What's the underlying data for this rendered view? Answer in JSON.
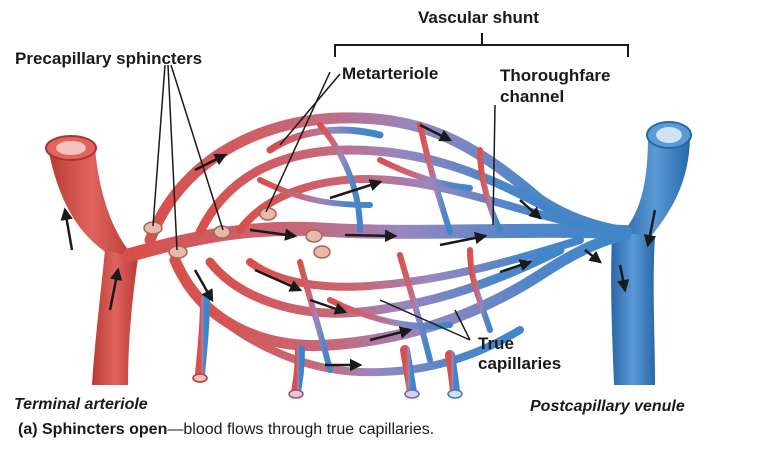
{
  "labels": {
    "vascular_shunt": "Vascular shunt",
    "precapillary_sphincters": "Precapillary sphincters",
    "metarteriole": "Metarteriole",
    "thoroughfare_line1": "Thoroughfare",
    "thoroughfare_line2": "channel",
    "true_cap_line1": "True",
    "true_cap_line2": "capillaries",
    "terminal_arteriole": "Terminal arteriole",
    "postcapillary_venule": "Postcapillary venule"
  },
  "caption": {
    "prefix": "(a) Sphincters open",
    "text": "—blood flows through true capillaries."
  },
  "colors": {
    "artery": "#d8504a",
    "artery_dark": "#b83a35",
    "vein": "#3f86c8",
    "vein_dark": "#2a67a8",
    "mid": "#9a86bf",
    "sphincter": "#e8b8a8"
  }
}
